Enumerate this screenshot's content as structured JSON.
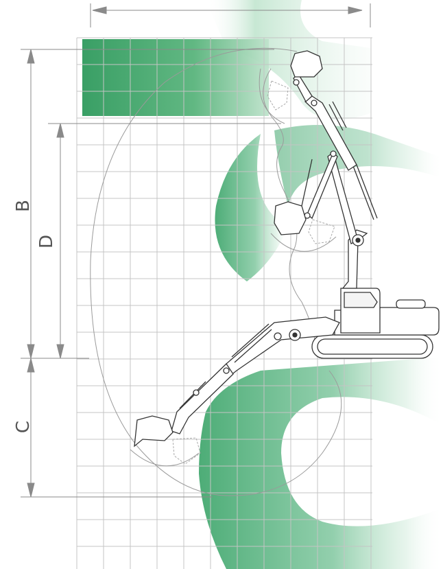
{
  "dimension_labels": {
    "b": "B",
    "c": "C",
    "d": "D"
  },
  "colors": {
    "brand_green": "#2e9e5f",
    "grid": "#c4c4c4",
    "line": "#333333",
    "dimension": "#8a8a8a"
  }
}
